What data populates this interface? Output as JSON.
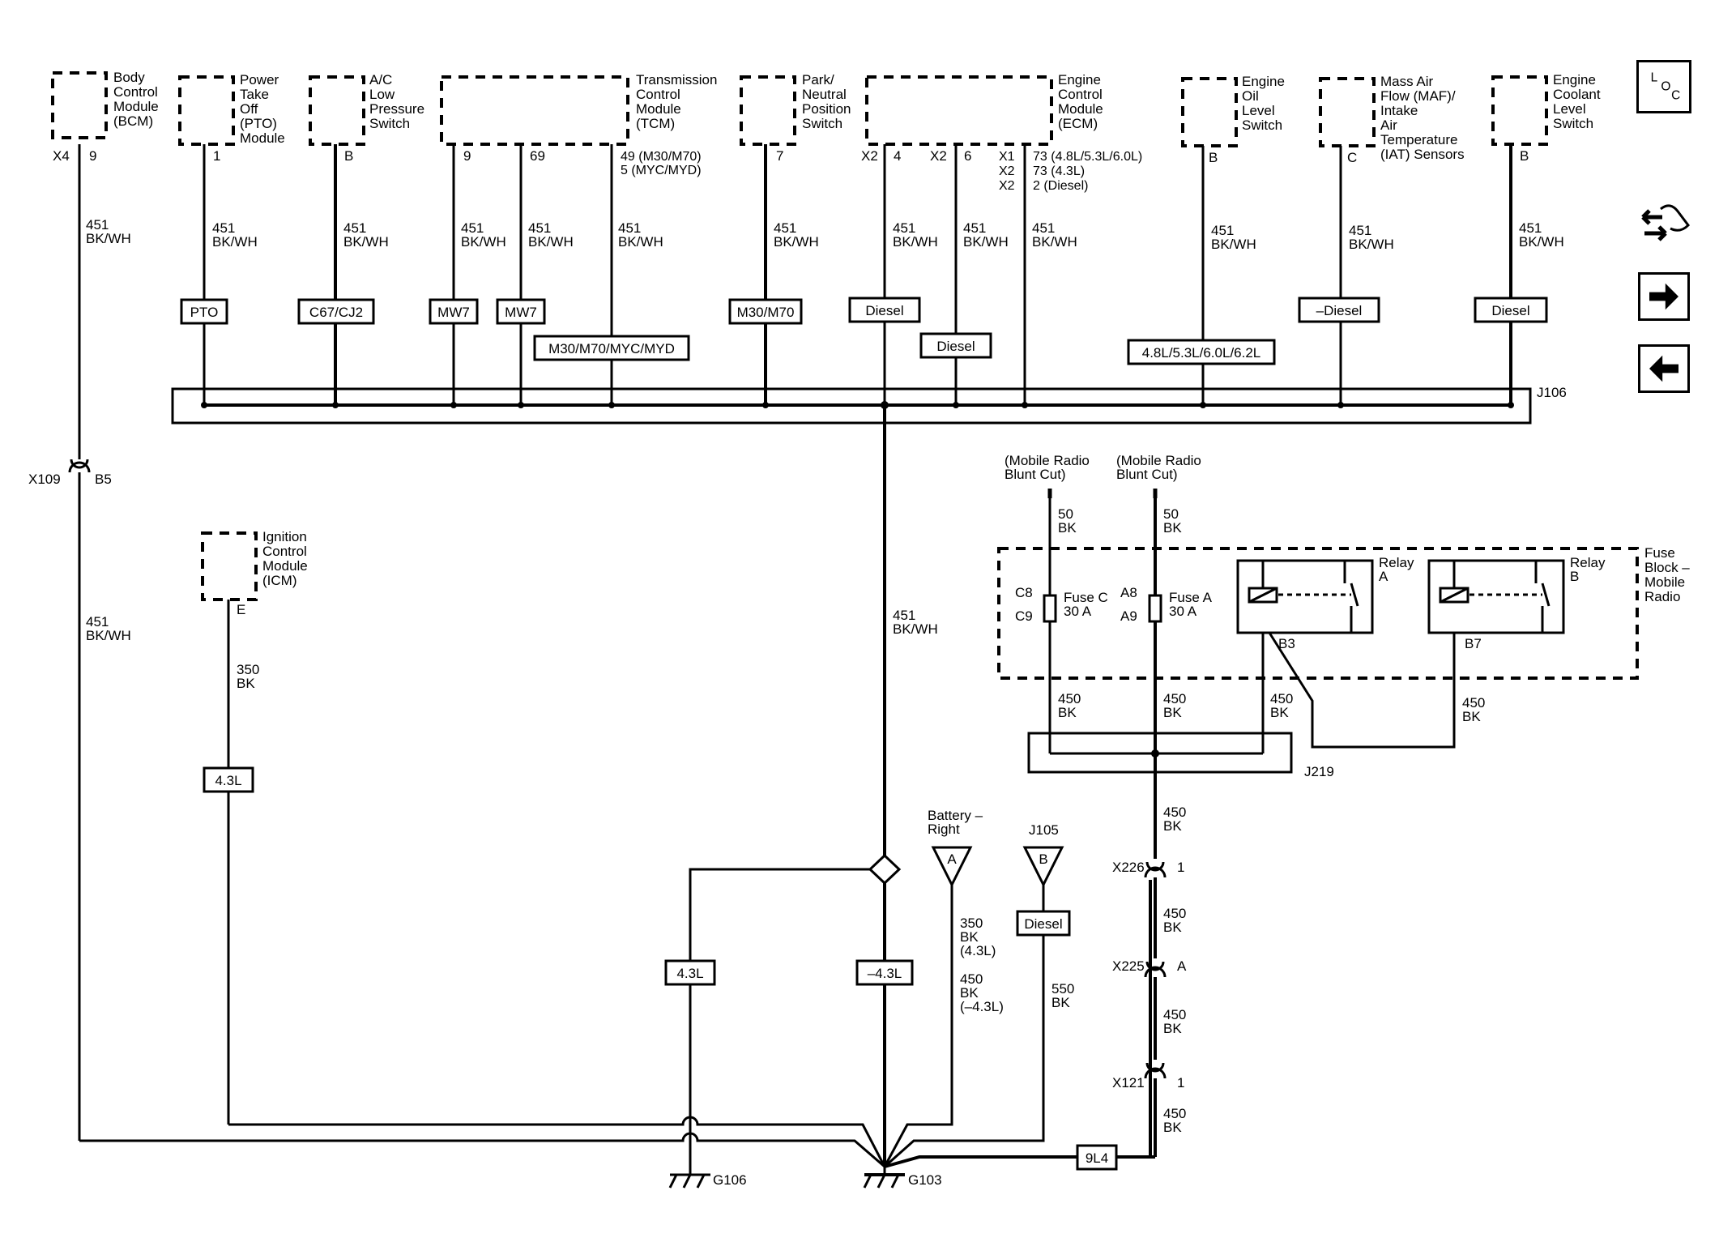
{
  "modules": {
    "bcm": [
      "Body",
      "Control",
      "Module",
      "(BCM)"
    ],
    "pto": [
      "Power",
      "Take",
      "Off",
      "(PTO)",
      "Module"
    ],
    "ac": [
      "A/C",
      "Low",
      "Pressure",
      "Switch"
    ],
    "tcm": [
      "Transmission",
      "Control",
      "Module",
      "(TCM)"
    ],
    "pnp": [
      "Park/",
      "Neutral",
      "Position",
      "Switch"
    ],
    "ecm": [
      "Engine",
      "Control",
      "Module",
      "(ECM)"
    ],
    "oil": [
      "Engine",
      "Oil",
      "Level",
      "Switch"
    ],
    "maf": [
      "Mass Air",
      "Flow (MAF)/",
      "Intake",
      "Air",
      "Temperature",
      "(IAT) Sensors"
    ],
    "coolant": [
      "Engine",
      "Coolant",
      "Level",
      "Switch"
    ],
    "icm": [
      "Ignition",
      "Control",
      "Module",
      "(ICM)"
    ],
    "fuse_block": [
      "Fuse",
      "Block –",
      "Mobile",
      "Radio"
    ]
  },
  "pins": {
    "bcm_conn": "X4",
    "bcm_pin": "9",
    "pto": "1",
    "ac": "B",
    "tcm_a": "9",
    "tcm_b": "69",
    "tcm_c": [
      "49 (M30/M70)",
      "5 (MYC/MYD)"
    ],
    "pnp": "7",
    "ecm_x2a": "X2",
    "ecm_4": "4",
    "ecm_x2b": "X2",
    "ecm_6": "6",
    "ecm_right_conn": [
      "X1",
      "X2",
      "X2"
    ],
    "ecm_right_pin": [
      "73 (4.8L/5.3L/6.0L)",
      "73 (4.3L)",
      "2 (Diesel)"
    ],
    "oil": "B",
    "maf": "C",
    "coolant": "B",
    "icm": "E"
  },
  "wires": {
    "w451": [
      "451",
      "BK/WH"
    ],
    "w350": [
      "350",
      "BK"
    ],
    "w50": [
      "50",
      "BK"
    ],
    "w450": [
      "450",
      "BK"
    ],
    "w550": [
      "550",
      "BK"
    ],
    "w350_43": [
      "350",
      "BK",
      "(4.3L)"
    ],
    "w450_n43": [
      "450",
      "BK",
      "(–4.3L)"
    ]
  },
  "options": {
    "pto": "PTO",
    "ac": "C67/CJ2",
    "mw7a": "MW7",
    "mw7b": "MW7",
    "tcm": "M30/M70/MYC/MYD",
    "pnp": "M30/M70",
    "diesel1": "Diesel",
    "diesel2": "Diesel",
    "engines": "4.8L/5.3L/6.0L/6.2L",
    "notdiesel": "–Diesel",
    "diesel3": "Diesel",
    "icm43": "4.3L",
    "g106_43": "4.3L",
    "g103_n43": "–4.3L",
    "j105_diesel": "Diesel",
    "code": "9L4"
  },
  "splices": {
    "j106": "J106",
    "j219": "J219"
  },
  "connectors": {
    "x109": "X109",
    "x109_pin": "B5",
    "x226": "X226",
    "x226_pin": "1",
    "x225": "X225",
    "x225_pin": "A",
    "x121": "X121",
    "x121_pin": "1"
  },
  "radio": {
    "blunt_cut": [
      "(Mobile Radio",
      "Blunt Cut)"
    ],
    "fuse_c": [
      "Fuse C",
      "30 A"
    ],
    "fuse_c_pins": [
      "C8",
      "C9"
    ],
    "fuse_a": [
      "Fuse A",
      "30 A"
    ],
    "fuse_a_pins": [
      "A8",
      "A9"
    ],
    "relay_a": [
      "Relay",
      "A"
    ],
    "relay_b": [
      "Relay",
      "B"
    ],
    "relay_a_pin": "B3",
    "relay_b_pin": "B7"
  },
  "battery": {
    "label": [
      "Battery –",
      "Right"
    ],
    "terminal": "A"
  },
  "j105": {
    "label": "J105",
    "terminal": "B"
  },
  "grounds": {
    "g106": "G106",
    "g103": "G103"
  },
  "nav": {
    "loc": [
      "L",
      "O",
      "C"
    ],
    "icons": [
      "harness-connector-icon",
      "forward-arrow-icon",
      "back-arrow-icon"
    ]
  }
}
